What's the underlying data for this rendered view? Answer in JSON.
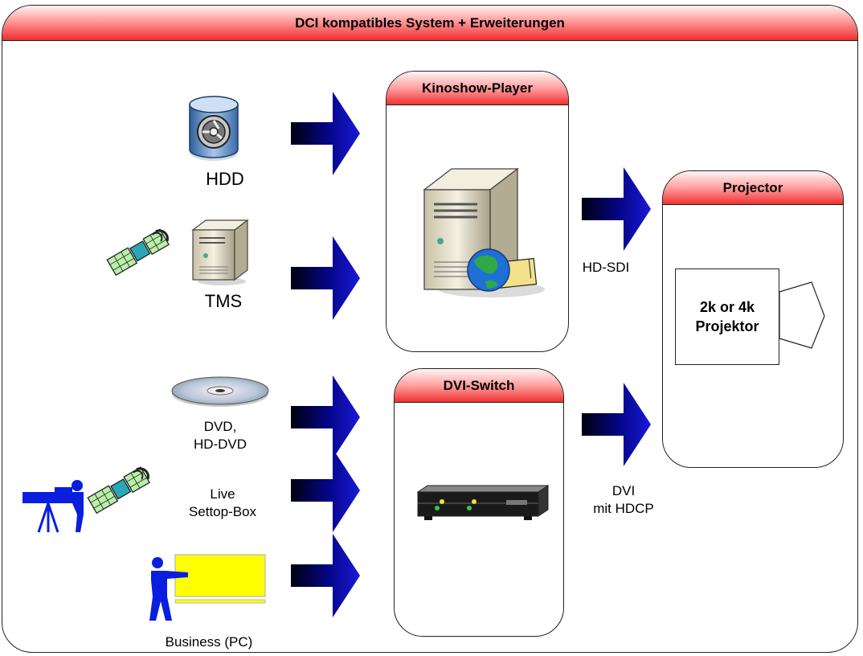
{
  "title": "DCI kompatibles System + Erweiterungen",
  "boxes": {
    "player": "Kinoshow-Player",
    "switch": "DVI-Switch",
    "projector": "Projector",
    "projector_inner_line1": "2k or 4k",
    "projector_inner_line2": "Projektor"
  },
  "sources": {
    "hdd": "HDD",
    "tms": "TMS",
    "dvd_line1": "DVD,",
    "dvd_line2": "HD-DVD",
    "live_line1": "Live",
    "live_line2": "Settop-Box",
    "business": "Business (PC)"
  },
  "connections": {
    "hd_sdi": "HD-SDI",
    "dvi_line1": "DVI",
    "dvi_line2": "mit HDCP"
  },
  "colors": {
    "arrow_dark": "#000020",
    "arrow_blue": "#1010c0",
    "header_red": "#ee2d2d",
    "screen_yellow": "#ffff00"
  }
}
